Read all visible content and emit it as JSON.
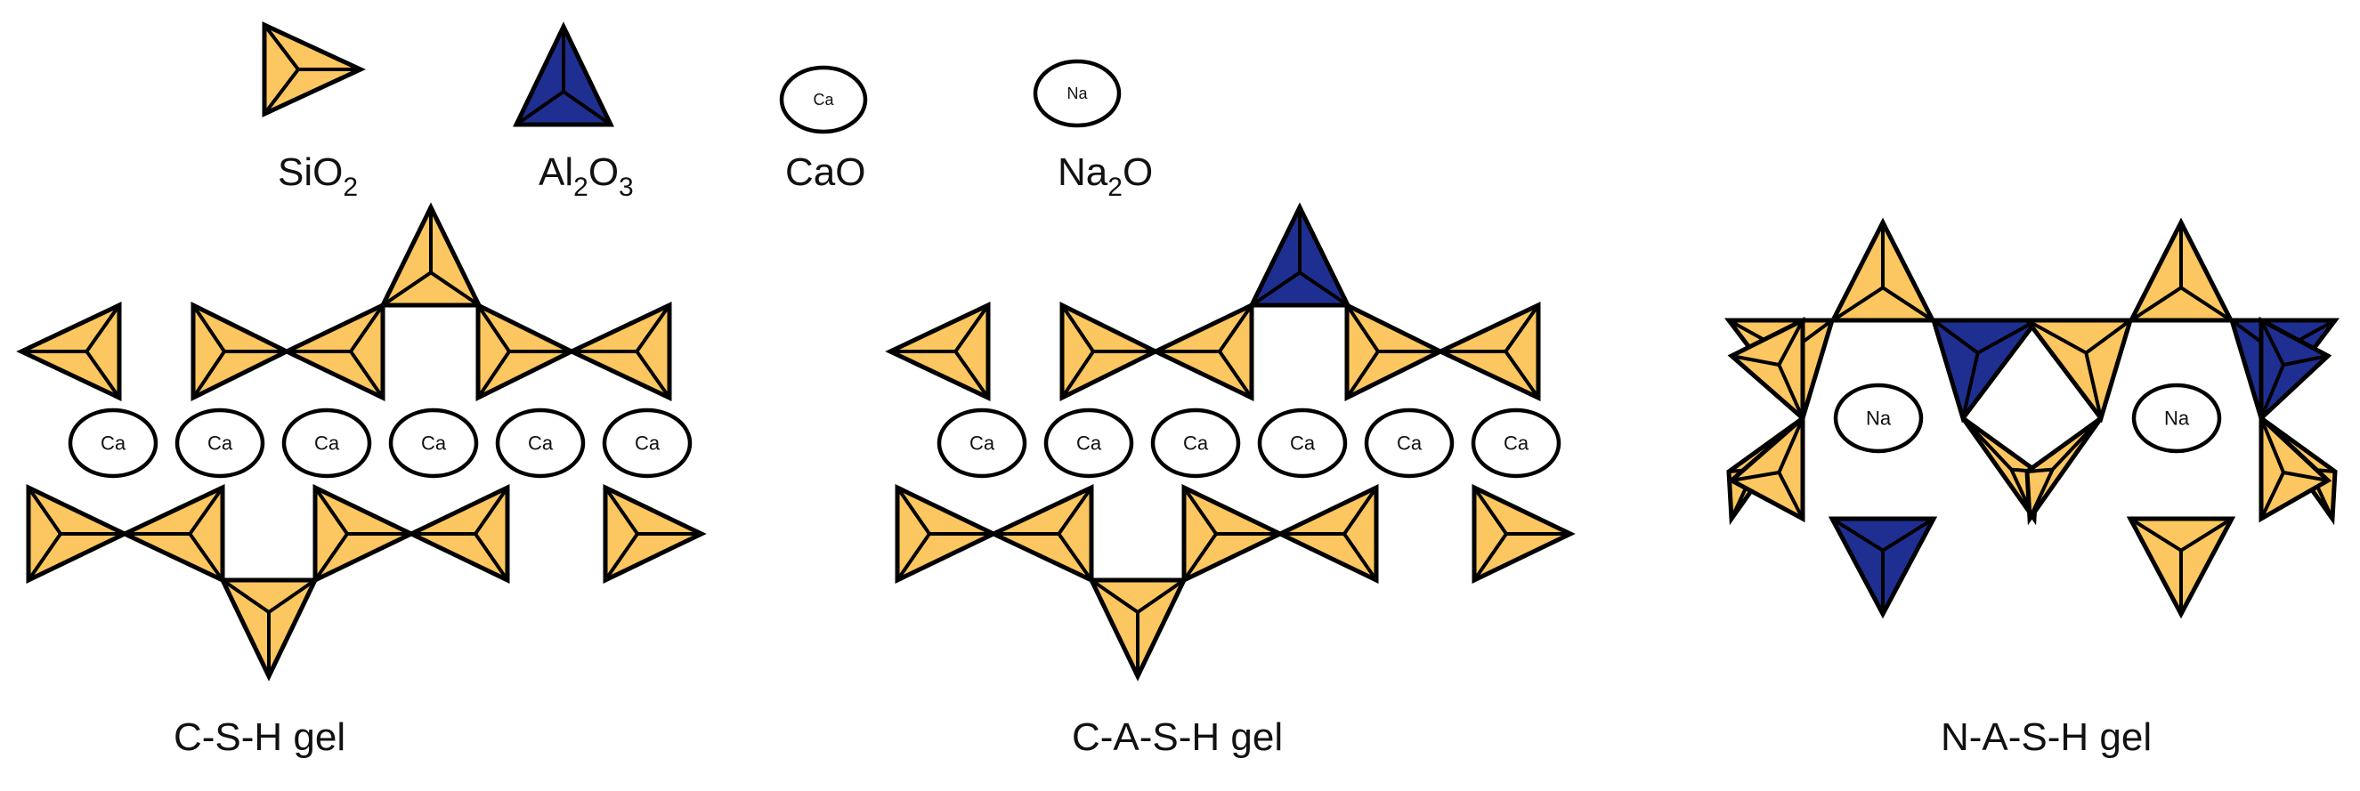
{
  "colors": {
    "sio2": "#fcc660",
    "al2o3": "#1f2f91",
    "outline": "#000000",
    "background": "#ffffff"
  },
  "legend": {
    "sio2": {
      "base": "SiO",
      "sub": "2",
      "tail": "",
      "icon": "silica-tetrahedron-icon"
    },
    "al2o3": {
      "base": "Al",
      "sub": "2",
      "mid": "O",
      "sub2": "3",
      "icon": "alumina-tetrahedron-icon"
    },
    "cao": {
      "base": "CaO",
      "ion": "Ca",
      "icon": "calcium-ion-icon"
    },
    "na2o": {
      "base": "Na",
      "sub": "2",
      "tail": "O",
      "ion": "Na",
      "icon": "sodium-ion-icon"
    }
  },
  "structures": {
    "csh": {
      "title": "C-S-H gel",
      "ion": "Ca"
    },
    "cash": {
      "title": "C-A-S-H gel",
      "ion": "Ca"
    },
    "nash": {
      "title": "N-A-S-H gel",
      "ion": "Na"
    }
  }
}
